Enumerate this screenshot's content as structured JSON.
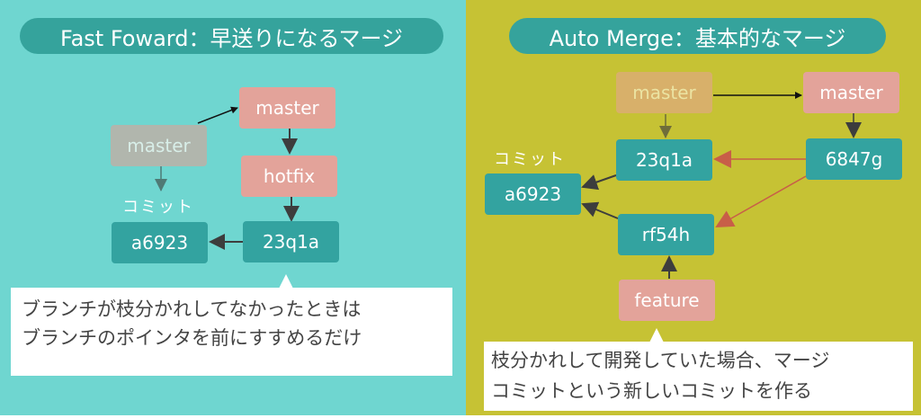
{
  "left": {
    "title": "Fast Foward：早送りになるマージ",
    "old_master": "master",
    "new_master": "master",
    "hotfix": "hotfix",
    "commit_label": "コミット",
    "commit_a": "a6923",
    "commit_b": "23q1a",
    "callout_lines": [
      "ブランチが枝分かれしてなかったときは",
      "ブランチのポインタを前にすすめるだけ"
    ]
  },
  "right": {
    "title": "Auto Merge：基本的なマージ",
    "old_master": "master",
    "new_master": "master",
    "commit_label": "コミット",
    "commit_a": "a6923",
    "commit_b": "23q1a",
    "commit_merge": "6847g",
    "commit_feature": "rf54h",
    "feature": "feature",
    "callout_lines": [
      "枝分かれして開発していた場合、マージ",
      "コミットという新しいコミットを作る"
    ]
  }
}
